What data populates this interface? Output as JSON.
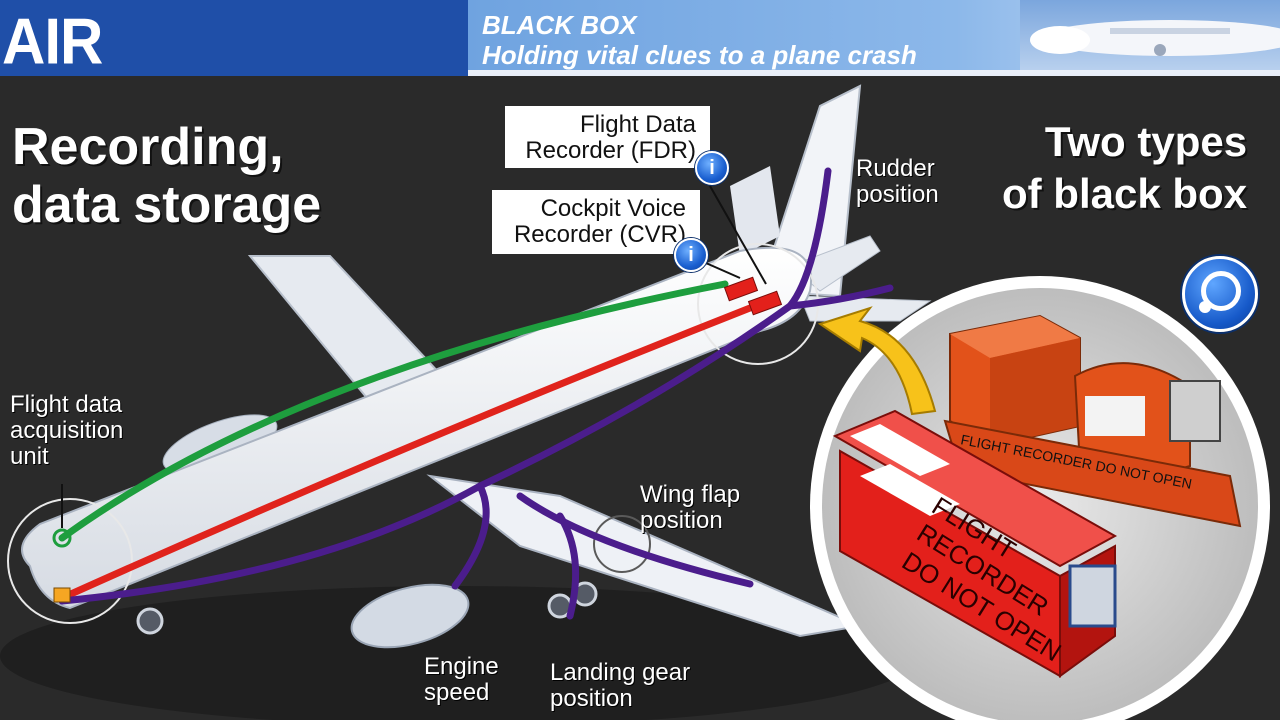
{
  "header": {
    "title": "AIR TRANSPORT",
    "kicker": "BLACK BOX",
    "subtitle": "Holding vital clues to a plane crash"
  },
  "diagram": {
    "heading_left_line1": "Recording,",
    "heading_left_line2": "data storage",
    "heading_right_line1": "Two types",
    "heading_right_line2": "of black box",
    "fdr_line1": "Flight Data",
    "fdr_line2": "Recorder (FDR)",
    "cvr_line1": "Cockpit Voice",
    "cvr_line2": "Recorder (CVR)",
    "fdau_line1": "Flight data",
    "fdau_line2": "acquisition",
    "fdau_line3": "unit",
    "rudder_line1": "Rudder",
    "rudder_line2": "position",
    "wingflap_line1": "Wing flap",
    "wingflap_line2": "position",
    "engine_line1": "Engine",
    "engine_line2": "speed",
    "gear_line1": "Landing gear",
    "gear_line2": "position",
    "box_text_orange": "FLIGHT RECORDER DO NOT OPEN",
    "box_text_red_1": "FLIGHT",
    "box_text_red_2": "RECORDER",
    "box_text_red_3": "DO NOT OPEN",
    "info_glyph": "i"
  },
  "colors": {
    "header_blue": "#1f4fa8",
    "line_green": "#1e9e3e",
    "line_red": "#e0231c",
    "line_purple": "#4b1d8c",
    "recorder_orange": "#e2521a",
    "recorder_red": "#e3201b",
    "arrow_yellow": "#f7c21a"
  }
}
